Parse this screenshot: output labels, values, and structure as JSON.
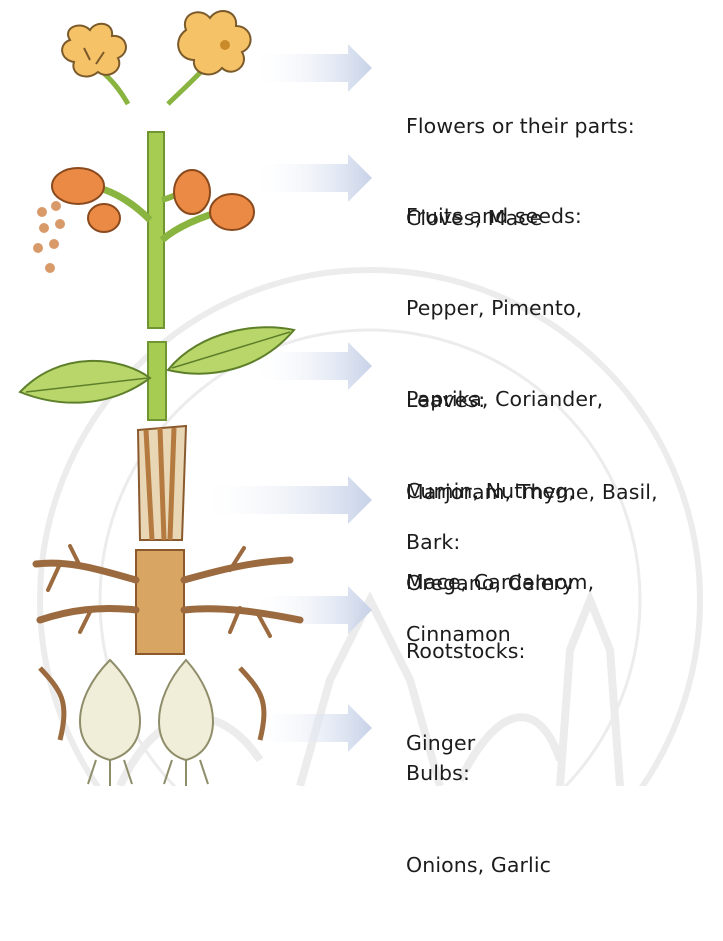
{
  "groups": [
    {
      "heading": "Flowers or their parts:",
      "items": [
        "Cloves, Mace"
      ]
    },
    {
      "heading": "Fruits and seeds:",
      "items": [
        "Pepper, Pimento,",
        "Paprika, Coriander,",
        "Cumin, Nutmeg,",
        "Mace, Cardamom,"
      ]
    },
    {
      "heading": "Leaves:",
      "items": [
        "Marjoram, Thyme, Basil,",
        "Oregano, Celery"
      ]
    },
    {
      "heading": "Bark:",
      "items": [
        "Cinnamon"
      ]
    },
    {
      "heading": "Rootstocks:",
      "items": [
        "Ginger"
      ]
    },
    {
      "heading": "Bulbs:",
      "items": [
        "Onions, Garlic"
      ]
    }
  ],
  "colors": {
    "arrow": "#cfd8ea",
    "stem": "#a6cc52",
    "leaf": "#b9d66a",
    "flower": "#f6c267",
    "fruit": "#eb8a45",
    "bark": "#b57a3f",
    "root": "#9b6a3e",
    "bulb": "#f0eed8",
    "watermark": "#e9e9e9"
  }
}
